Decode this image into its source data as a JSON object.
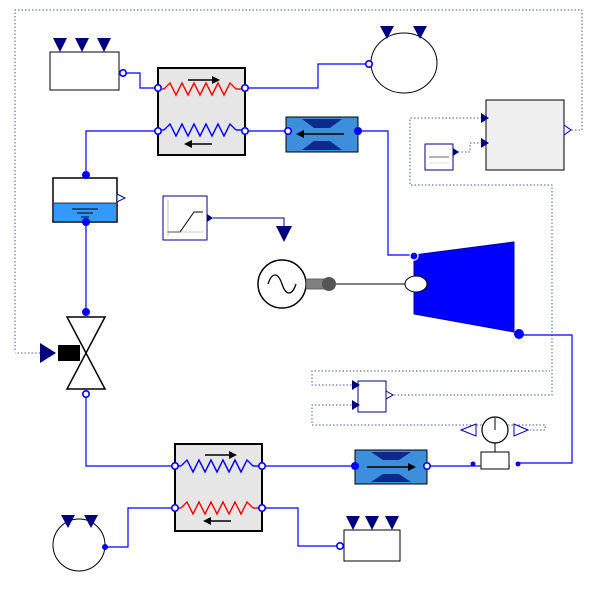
{
  "diagram": {
    "kind": "Modelica ORC cycle schematic",
    "colors": {
      "pipe": "#0000ff",
      "signal": "#00007f",
      "hot_coil": "#ff0000",
      "cold_coil": "#0000ff",
      "hx_fill": "#e6e6e6",
      "liquid": "#3399ff",
      "device_blue": "#3d8fdc",
      "turbine": "#0000ff",
      "port": "#0000ff"
    },
    "components": [
      {
        "name": "source-hot-boundary",
        "icon": "boundary-box"
      },
      {
        "name": "sink-hot-boundary",
        "icon": "boundary-circle"
      },
      {
        "name": "evaporator",
        "icon": "heat-exchanger"
      },
      {
        "name": "evaporator-pressure-drop",
        "icon": "pressure-drop"
      },
      {
        "name": "tank",
        "icon": "liquid-tank"
      },
      {
        "name": "ramp-source",
        "icon": "ramp"
      },
      {
        "name": "generator",
        "icon": "generator"
      },
      {
        "name": "turbine",
        "icon": "turbine"
      },
      {
        "name": "expansion-valve",
        "icon": "valve"
      },
      {
        "name": "controller-block",
        "icon": "controller"
      },
      {
        "name": "constant-block",
        "icon": "constant"
      },
      {
        "name": "sum-block",
        "icon": "add"
      },
      {
        "name": "condenser",
        "icon": "heat-exchanger"
      },
      {
        "name": "condenser-pressure-drop",
        "icon": "pressure-drop"
      },
      {
        "name": "sensor",
        "icon": "sensor"
      },
      {
        "name": "source-cold-boundary",
        "icon": "boundary-circle"
      },
      {
        "name": "sink-cold-boundary",
        "icon": "boundary-box"
      }
    ]
  }
}
